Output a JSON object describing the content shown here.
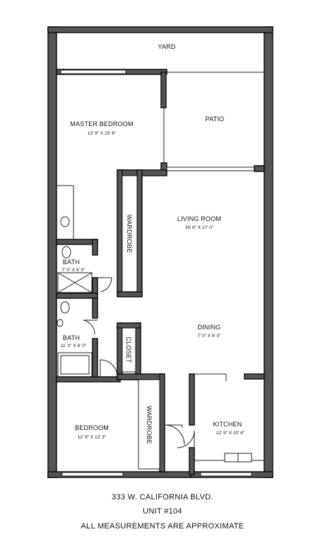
{
  "rooms": {
    "yard": {
      "label": "YARD"
    },
    "patio": {
      "label": "PATIO"
    },
    "master_bedroom": {
      "label": "MASTER BEDROOM",
      "dims": "13' 9\" X 15' 6\""
    },
    "living_room": {
      "label": "LIVING ROOM",
      "dims": "18' 6\" X 17' 0\""
    },
    "wardrobe_master": {
      "label": "WARDROBE"
    },
    "bath_1": {
      "label": "BATH",
      "dims": "7' 0\" X 6' 0\""
    },
    "bath_2": {
      "label": "BATH",
      "dims": "11' 0\" X 6' 0\""
    },
    "dining": {
      "label": "DINING",
      "dims": "7' 0\" X 6' 0\""
    },
    "closet": {
      "label": "CLOSET"
    },
    "bedroom": {
      "label": "BEDROOM",
      "dims": "12' 9\" X 12' 3\""
    },
    "wardrobe_bedroom": {
      "label": "WARDROBE"
    },
    "kitchen": {
      "label": "KITCHEN",
      "dims": "12' 9\" X 10' 6\""
    }
  },
  "footer": {
    "address": "333 W. CALIFORNIA BLVD.",
    "unit": "UNIT #104",
    "note": "ALL MEASUREMENTS ARE APPROXIMATE"
  }
}
